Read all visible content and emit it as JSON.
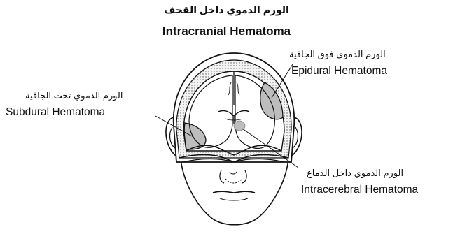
{
  "title": {
    "arabic": "الورم الدموي داخل القحف",
    "english": "Intracranial Hematoma"
  },
  "labels": {
    "epidural": {
      "arabic": "الورم الدموي فوق الجافية",
      "english": "Epidural Hematoma"
    },
    "subdural": {
      "arabic": "الورم الدموي تحت الجافية",
      "english": "Subdural Hematoma"
    },
    "intracerebral": {
      "arabic": "الورم الدموي داخل الدماغ",
      "english": "Intracerebral Hematoma"
    }
  },
  "colors": {
    "line": "#111111",
    "hematoma_fill": "#bdbdbd",
    "skull_fill": "#e6e6e6"
  }
}
